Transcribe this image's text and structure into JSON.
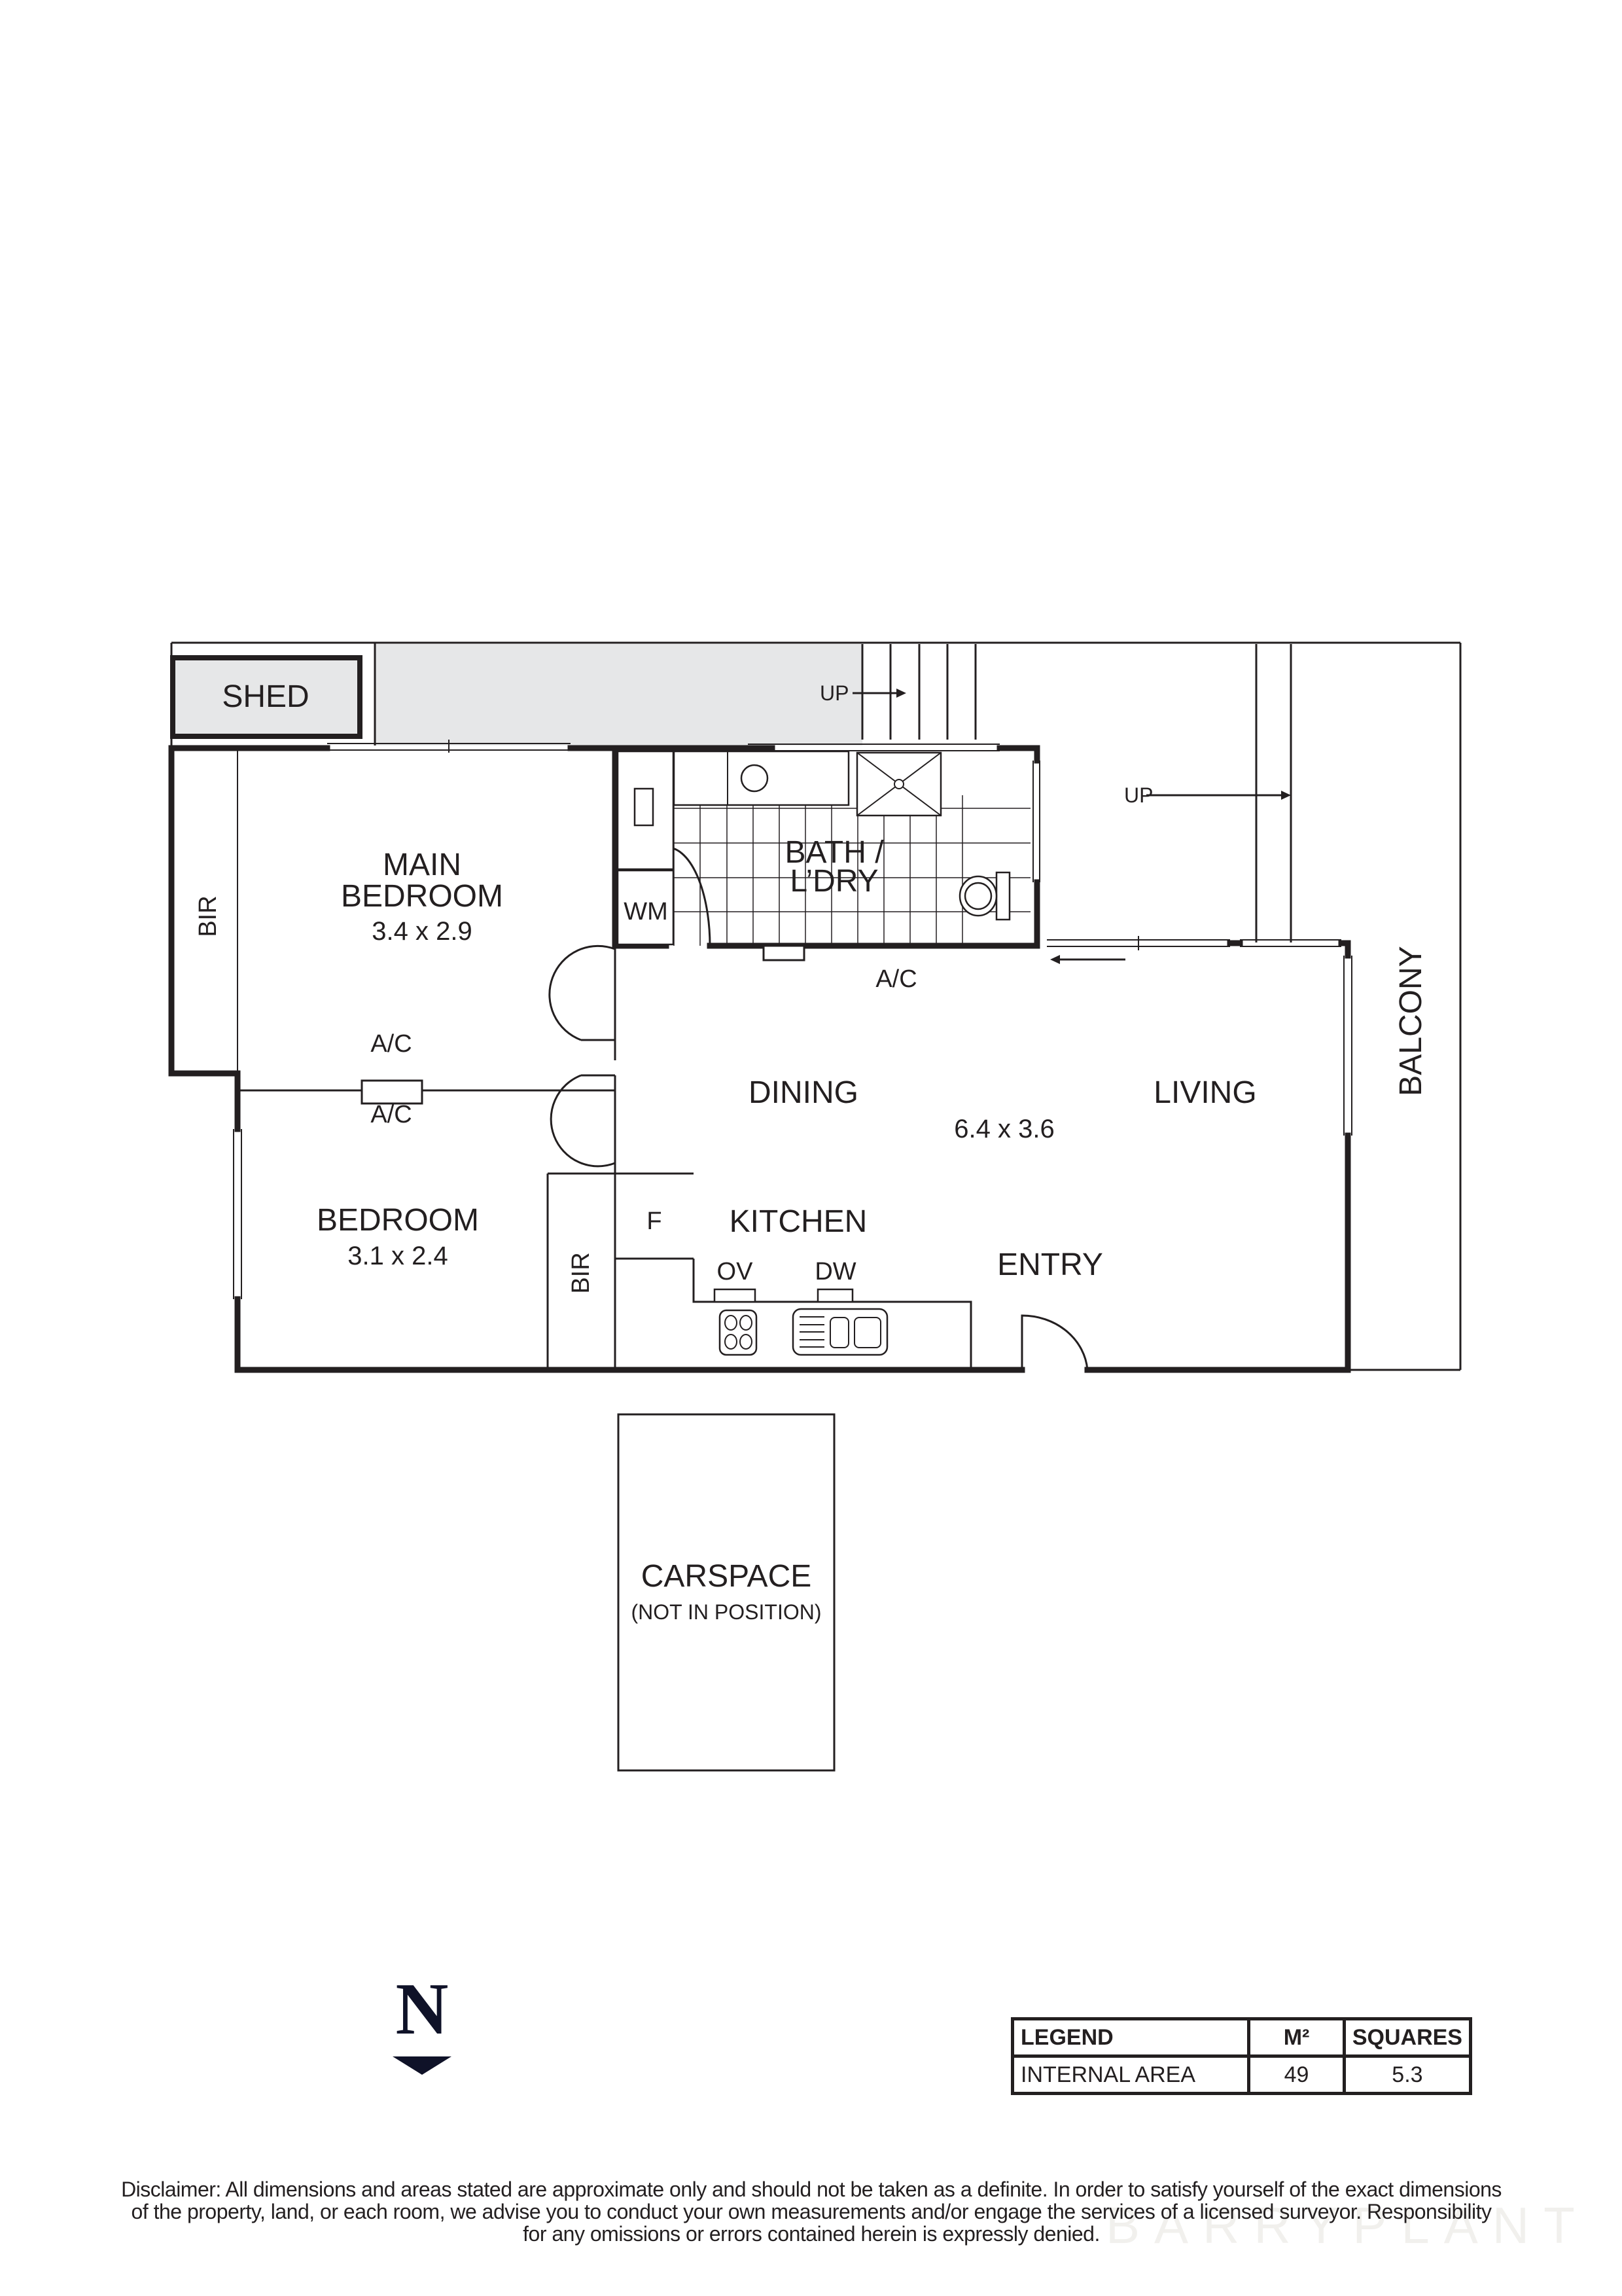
{
  "rooms": {
    "shed": {
      "label": "SHED"
    },
    "main_bedroom": {
      "label_line1": "MAIN",
      "label_line2": "BEDROOM",
      "dimensions": "3.4 x 2.9"
    },
    "bedroom": {
      "label": "BEDROOM",
      "dimensions": "3.1 x 2.4"
    },
    "bath_laundry": {
      "label_line1": "BATH /",
      "label_line2": "L’DRY"
    },
    "dining": {
      "label": "DINING"
    },
    "living": {
      "label": "LIVING"
    },
    "living_dining_dimensions": "6.4 x 3.6",
    "kitchen": {
      "label": "KITCHEN"
    },
    "entry": {
      "label": "ENTRY"
    },
    "balcony": {
      "label": "BALCONY"
    },
    "carspace": {
      "label": "CARSPACE",
      "note": "(NOT IN POSITION)"
    }
  },
  "fixtures": {
    "bir_main": "BIR",
    "bir_bedroom": "BIR",
    "wm": "WM",
    "fridge": "F",
    "oven": "OV",
    "dishwasher": "DW",
    "ac_main_bedroom": "A/C",
    "ac_bedroom": "A/C",
    "ac_dining": "A/C",
    "stairs_up_1": "UP",
    "stairs_up_2": "UP"
  },
  "compass": {
    "letter": "N",
    "icon": "north-arrow-icon"
  },
  "legend": {
    "headers": [
      "LEGEND",
      "M²",
      "SQUARES"
    ],
    "rows": [
      {
        "name": "INTERNAL AREA",
        "m2": "49",
        "squares": "5.3"
      }
    ]
  },
  "disclaimer": {
    "line1": "Disclaimer: All dimensions and areas stated are approximate only and should not be taken as a definite. In order to satisfy yourself of the exact dimensions",
    "line2": "of the property, land, or each room, we advise you to conduct your own measurements and/or engage the services of a licensed surveyor. Responsibility",
    "line3": "for any omissions or errors contained herein is expressly denied."
  },
  "watermark": "BARRYPLANT",
  "colors": {
    "ink": "#231f20",
    "shade": "#e6e7e8",
    "compass": "#0f1228"
  }
}
